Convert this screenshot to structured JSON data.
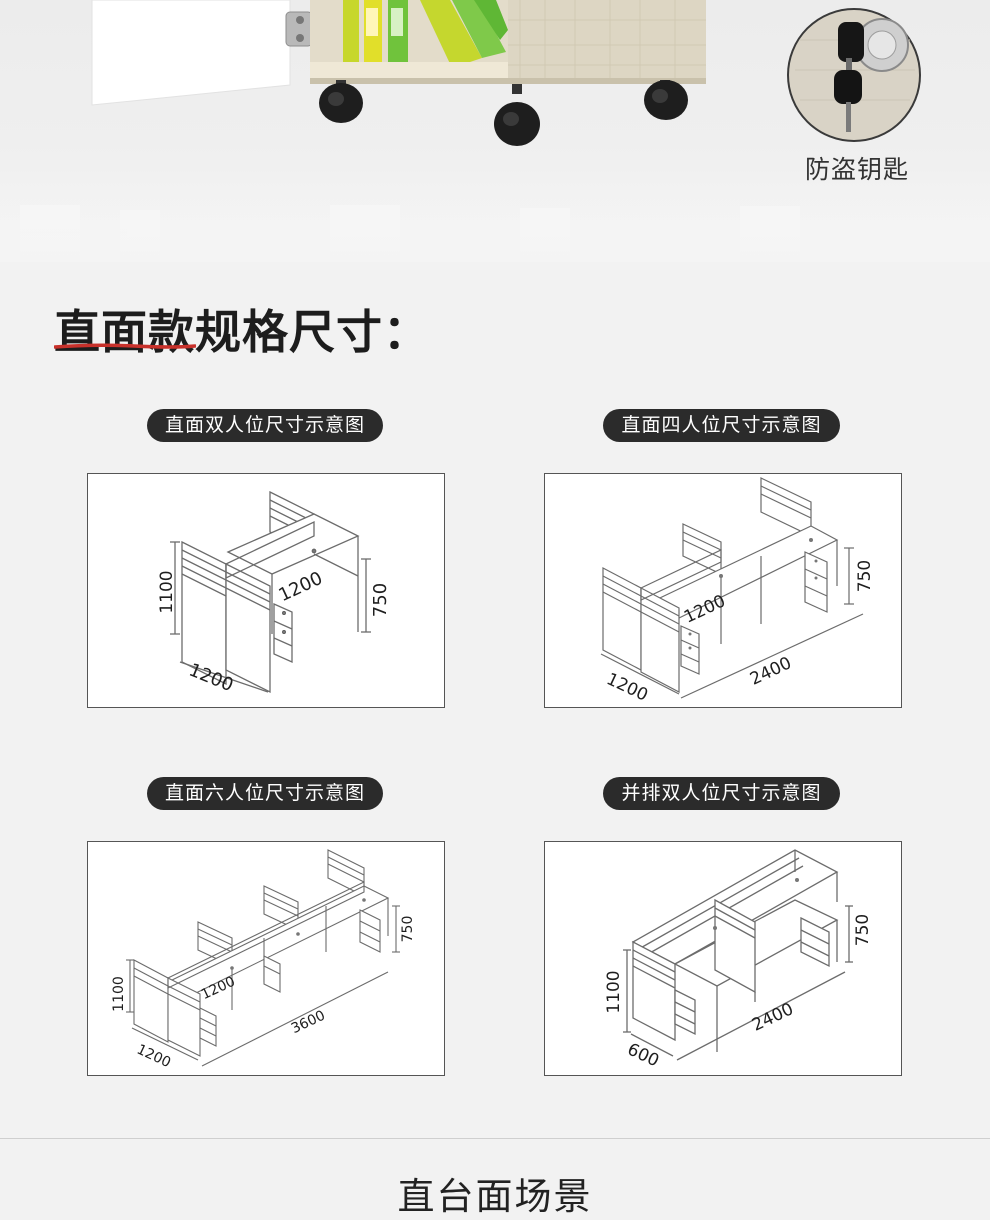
{
  "hero": {
    "key_caption": "防盗钥匙"
  },
  "section_title": "直面款规格尺寸：",
  "accent_color": "#c8312b",
  "diagrams": [
    {
      "label": "直面双人位尺寸示意图",
      "dims": {
        "height": "1100",
        "depth": "1200",
        "width": "1200",
        "desk_height": "750"
      }
    },
    {
      "label": "直面四人位尺寸示意图",
      "dims": {
        "depth": "1200",
        "inner": "1200",
        "width": "2400",
        "desk_height": "750"
      }
    },
    {
      "label": "直面六人位尺寸示意图",
      "dims": {
        "height": "1100",
        "depth": "1200",
        "inner": "1200",
        "width": "3600",
        "desk_height": "750"
      }
    },
    {
      "label": "并排双人位尺寸示意图",
      "dims": {
        "height": "1100",
        "depth": "600",
        "width": "2400",
        "desk_height": "750"
      }
    }
  ],
  "scene_title": "直台面场景"
}
